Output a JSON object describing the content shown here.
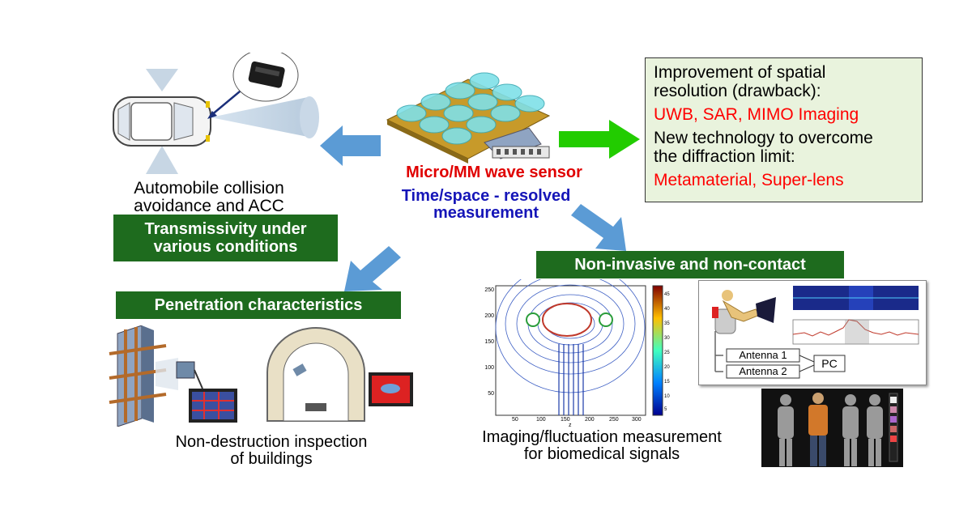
{
  "center": {
    "sensor_title": "Micro/MM wave sensor",
    "line2": "Time/space - resolved",
    "line3": "measurement"
  },
  "car": {
    "caption_line1": "Automobile collision",
    "caption_line2": "avoidance and ACC"
  },
  "labels": {
    "transmissivity_line1": "Transmissivity under",
    "transmissivity_line2": "various conditions",
    "penetration": "Penetration characteristics",
    "noninvasive": "Non-invasive and non-contact"
  },
  "info": {
    "line1": "Improvement of spatial",
    "line2": "resolution (drawback):",
    "red1": "UWB, SAR, MIMO Imaging",
    "line3": "New technology to overcome",
    "line4": "the diffraction limit:",
    "red2": "Metamaterial, Super-lens"
  },
  "building": {
    "caption_line1": "Non-destruction inspection",
    "caption_line2": "of buildings"
  },
  "bio": {
    "caption_line1": "Imaging/fluctuation measurement",
    "caption_line2": "for biomedical signals",
    "antenna1": "Antenna 1",
    "antenna2": "Antenna 2",
    "pc": "PC"
  },
  "plot": {
    "yticks": [
      "250",
      "200",
      "150",
      "100",
      "50"
    ],
    "xticks": [
      "50",
      "100",
      "150",
      "200",
      "250",
      "300"
    ],
    "xlabel": "z",
    "cbar_ticks": [
      "45",
      "40",
      "35",
      "30",
      "25",
      "20",
      "15",
      "10",
      "5"
    ]
  },
  "colors": {
    "dark_green": "#1e6b1e",
    "red_text": "#e00000",
    "blue_text": "#1515b8",
    "arrow_blue": "#5b9bd5",
    "arrow_green": "#22cc00",
    "info_bg": "#e9f3dd"
  }
}
